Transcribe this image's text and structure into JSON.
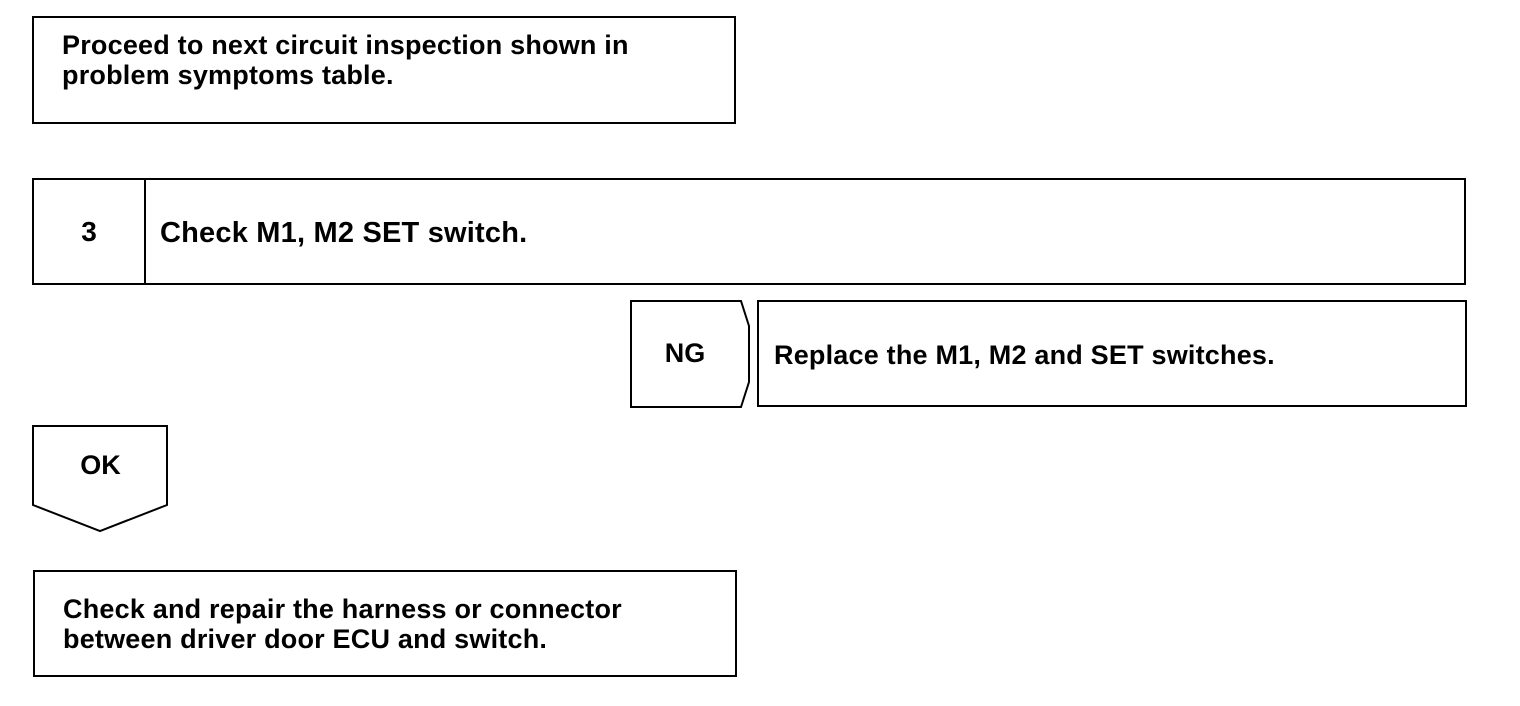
{
  "flow": {
    "proceed_text": "Proceed to next circuit inspection shown in\nproblem symptoms table.",
    "step": {
      "number": "3",
      "title": "Check M1, M2 SET switch."
    },
    "ng": {
      "label": "NG",
      "action": "Replace the M1, M2 and SET switches."
    },
    "ok": {
      "label": "OK",
      "action": "Check and repair the harness or connector\nbetween driver door ECU and switch."
    }
  },
  "colors": {
    "line": "#000000",
    "background": "#ffffff"
  }
}
